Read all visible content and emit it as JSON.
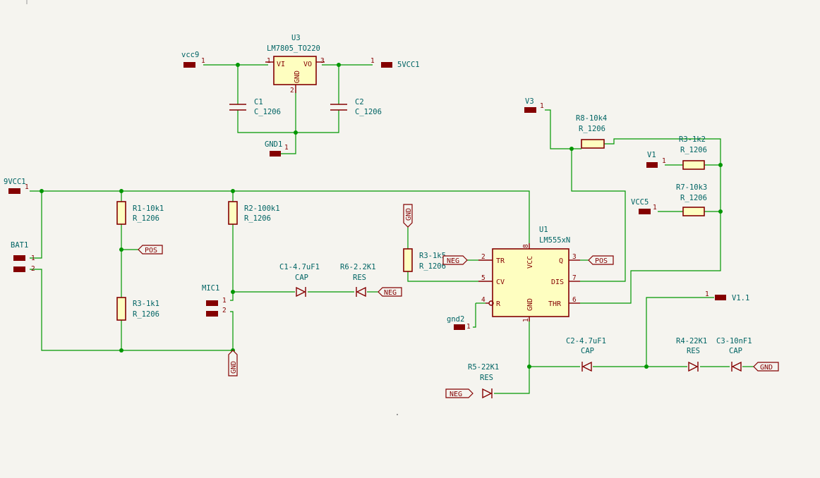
{
  "u3": {
    "ref": "U3",
    "value": "LM7805_TO220",
    "pins": [
      "1",
      "3",
      "2"
    ],
    "vi": "VI",
    "vo": "VO",
    "gnd": "GND"
  },
  "u1": {
    "ref": "U1",
    "value": "LM555xN",
    "pins": [
      "2",
      "5",
      "4",
      "3",
      "7",
      "6",
      "8",
      "1"
    ],
    "labels": [
      "TR",
      "CV",
      "R",
      "Q",
      "DIS",
      "THR",
      "VCC",
      "GND"
    ]
  },
  "connectors": [
    {
      "name": "vcc9",
      "pin": "1"
    },
    {
      "name": "5VCC1",
      "pin": "1"
    },
    {
      "name": "GND1",
      "pin": "1"
    },
    {
      "name": "9VCC1",
      "pin": "1"
    },
    {
      "name": "V3",
      "pin": "1"
    },
    {
      "name": "V1",
      "pin": "1"
    },
    {
      "name": "VCC5",
      "pin": "1"
    },
    {
      "name": "gnd2",
      "pin": "1"
    },
    {
      "name": "V1.1",
      "pin": "1"
    }
  ],
  "bat1": {
    "ref": "BAT1",
    "pins": [
      "1",
      "2"
    ]
  },
  "mic1": {
    "ref": "MIC1",
    "pins": [
      "1",
      "2"
    ]
  },
  "capacitors": [
    {
      "ref": "C1",
      "value": "C_1206"
    },
    {
      "ref": "C2",
      "value": "C_1206"
    }
  ],
  "resistors": [
    {
      "ref": "R1-10k1",
      "value": "R_1206"
    },
    {
      "ref": "R3-1k1",
      "value": "R_1206"
    },
    {
      "ref": "R2-100k1",
      "value": "R_1206"
    },
    {
      "ref": "R3-1k5",
      "value": "R_1206"
    },
    {
      "ref": "R8-10k4",
      "value": "R_1206"
    },
    {
      "ref": "R3-1k2",
      "value": "R_1206"
    },
    {
      "ref": "R7-10k3",
      "value": "R_1206"
    }
  ],
  "diodes": [
    {
      "ref": "C1-4.7uF1",
      "value": "CAP"
    },
    {
      "ref": "R6-2.2K1",
      "value": "RES"
    },
    {
      "ref": "C2-4.7uF1",
      "value": "CAP"
    },
    {
      "ref": "R4-22K1",
      "value": "RES"
    },
    {
      "ref": "C3-10nF1",
      "value": "CAP"
    },
    {
      "ref": "R5-22K1",
      "value": "RES"
    }
  ],
  "net_labels": [
    "POS",
    "NEG",
    "GND",
    "POS",
    "NEG",
    "GND",
    "GND",
    "NEG"
  ]
}
